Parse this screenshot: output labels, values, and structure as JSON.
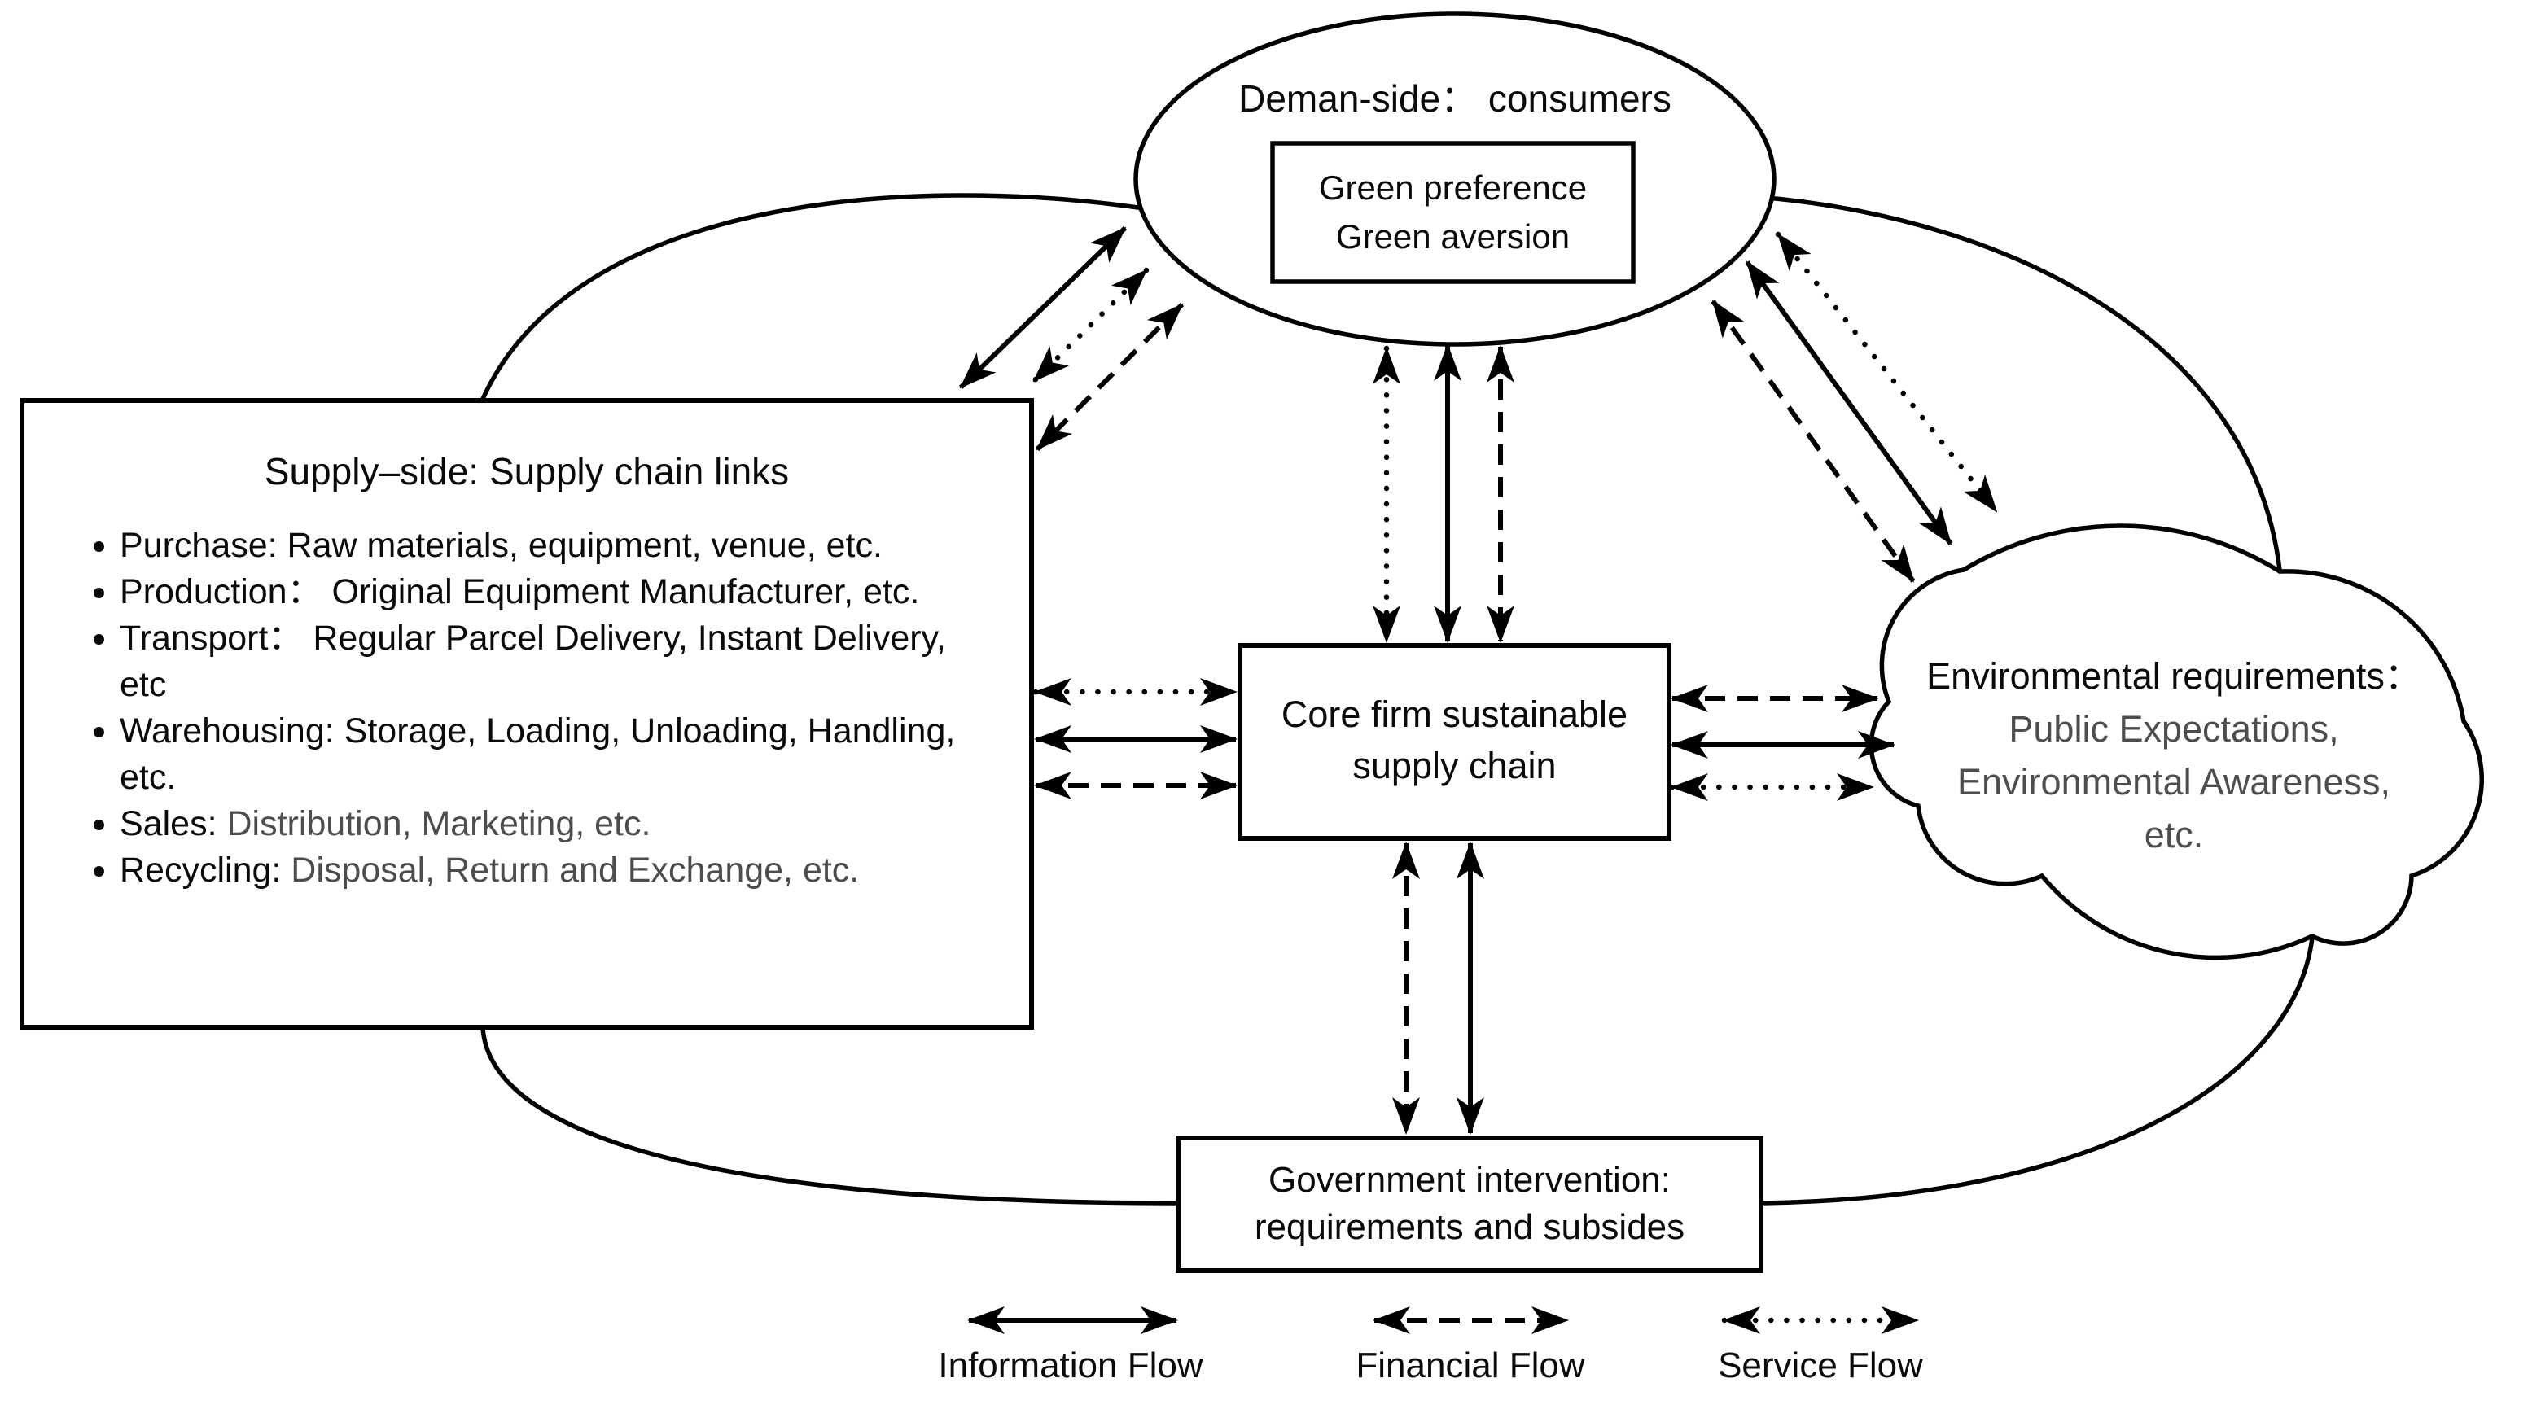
{
  "demand": {
    "title": "Deman-side： consumers",
    "pref_line1": "Green preference",
    "pref_line2": "Green aversion"
  },
  "supply": {
    "title": "Supply–side: Supply chain links",
    "items": [
      {
        "head": "Purchase:",
        "desc": " Raw materials, equipment, venue, etc."
      },
      {
        "head": "Production：",
        "desc": " Original Equipment Manufacturer, etc."
      },
      {
        "head": "Transport：",
        "desc": " Regular Parcel Delivery, Instant Delivery, etc"
      },
      {
        "head": "Warehousing:",
        "desc": " Storage, Loading, Unloading, Handling, etc."
      },
      {
        "head": "Sales:",
        "desc": " Distribution, Marketing, etc."
      },
      {
        "head": "Recycling:",
        "desc": " Disposal, Return and Exchange, etc."
      }
    ]
  },
  "core": {
    "line1": "Core firm sustainable",
    "line2": "supply chain"
  },
  "environment": {
    "title": "Environmental requirements：",
    "line2": "Public Expectations,",
    "line3": "Environmental Awareness,",
    "line4": "etc."
  },
  "government": {
    "line1": "Government intervention:",
    "line2": "requirements and subsides"
  },
  "legend": {
    "information": "Information Flow",
    "financial": "Financial Flow",
    "service": "Service Flow"
  },
  "colors": {
    "ink": "#000000",
    "gray_text": "#4d4d4d",
    "background": "#ffffff"
  }
}
